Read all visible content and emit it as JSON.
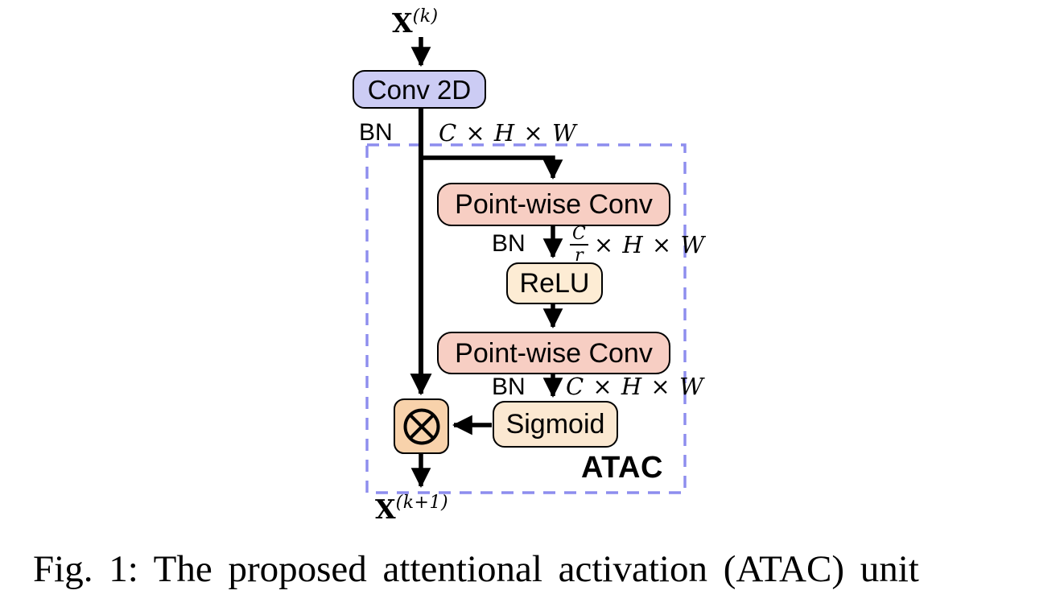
{
  "figure": {
    "caption": "Fig. 1: The proposed attentional activation (ATAC) unit"
  },
  "labels": {
    "input_base": "X",
    "input_sup": "(k)",
    "output_base": "X",
    "output_sup": "(k+1)",
    "bn": "BN",
    "dims_chw": "C × H × W",
    "frac_num": "C",
    "frac_den": "r",
    "frac_rest": "× H × W",
    "atac": "ATAC"
  },
  "nodes": {
    "conv2d": "Conv 2D",
    "pointwise_conv_1": "Point-wise Conv",
    "relu": "ReLU",
    "pointwise_conv_2": "Point-wise Conv",
    "sigmoid": "Sigmoid",
    "multiply_icon": "circled-times"
  },
  "colors": {
    "conv2d_fill": "#ccccf4",
    "pointwise_conv_fill": "#f7cec3",
    "relu_fill": "#fdecd4",
    "sigmoid_fill": "#fbe8d1",
    "multiply_fill": "#f8d2ab",
    "dashed_border": "#8d8dee",
    "line": "#000000",
    "background": "#ffffff"
  }
}
